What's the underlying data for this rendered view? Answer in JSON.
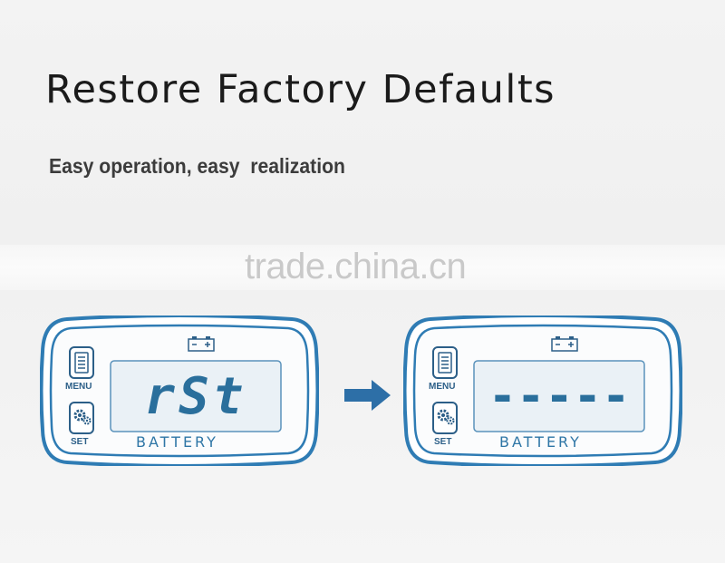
{
  "title": "Restore Factory Defaults",
  "subtitle": "Easy operation, easy  realization",
  "watermark": "trade.china.cn",
  "colors": {
    "device_frame": "#2f7cb4",
    "lcd_text": "#2a6f9c",
    "arrow": "#2d6fa7"
  },
  "arrow_icon": "right-arrow-icon",
  "devices": [
    {
      "display": "rSt",
      "menu_label": "MENU",
      "set_label": "SET",
      "battery_label": "BATTERY",
      "battery_icon": "battery-icon"
    },
    {
      "display": "-----",
      "menu_label": "MENU",
      "set_label": "SET",
      "battery_label": "BATTERY",
      "battery_icon": "battery-icon"
    }
  ]
}
